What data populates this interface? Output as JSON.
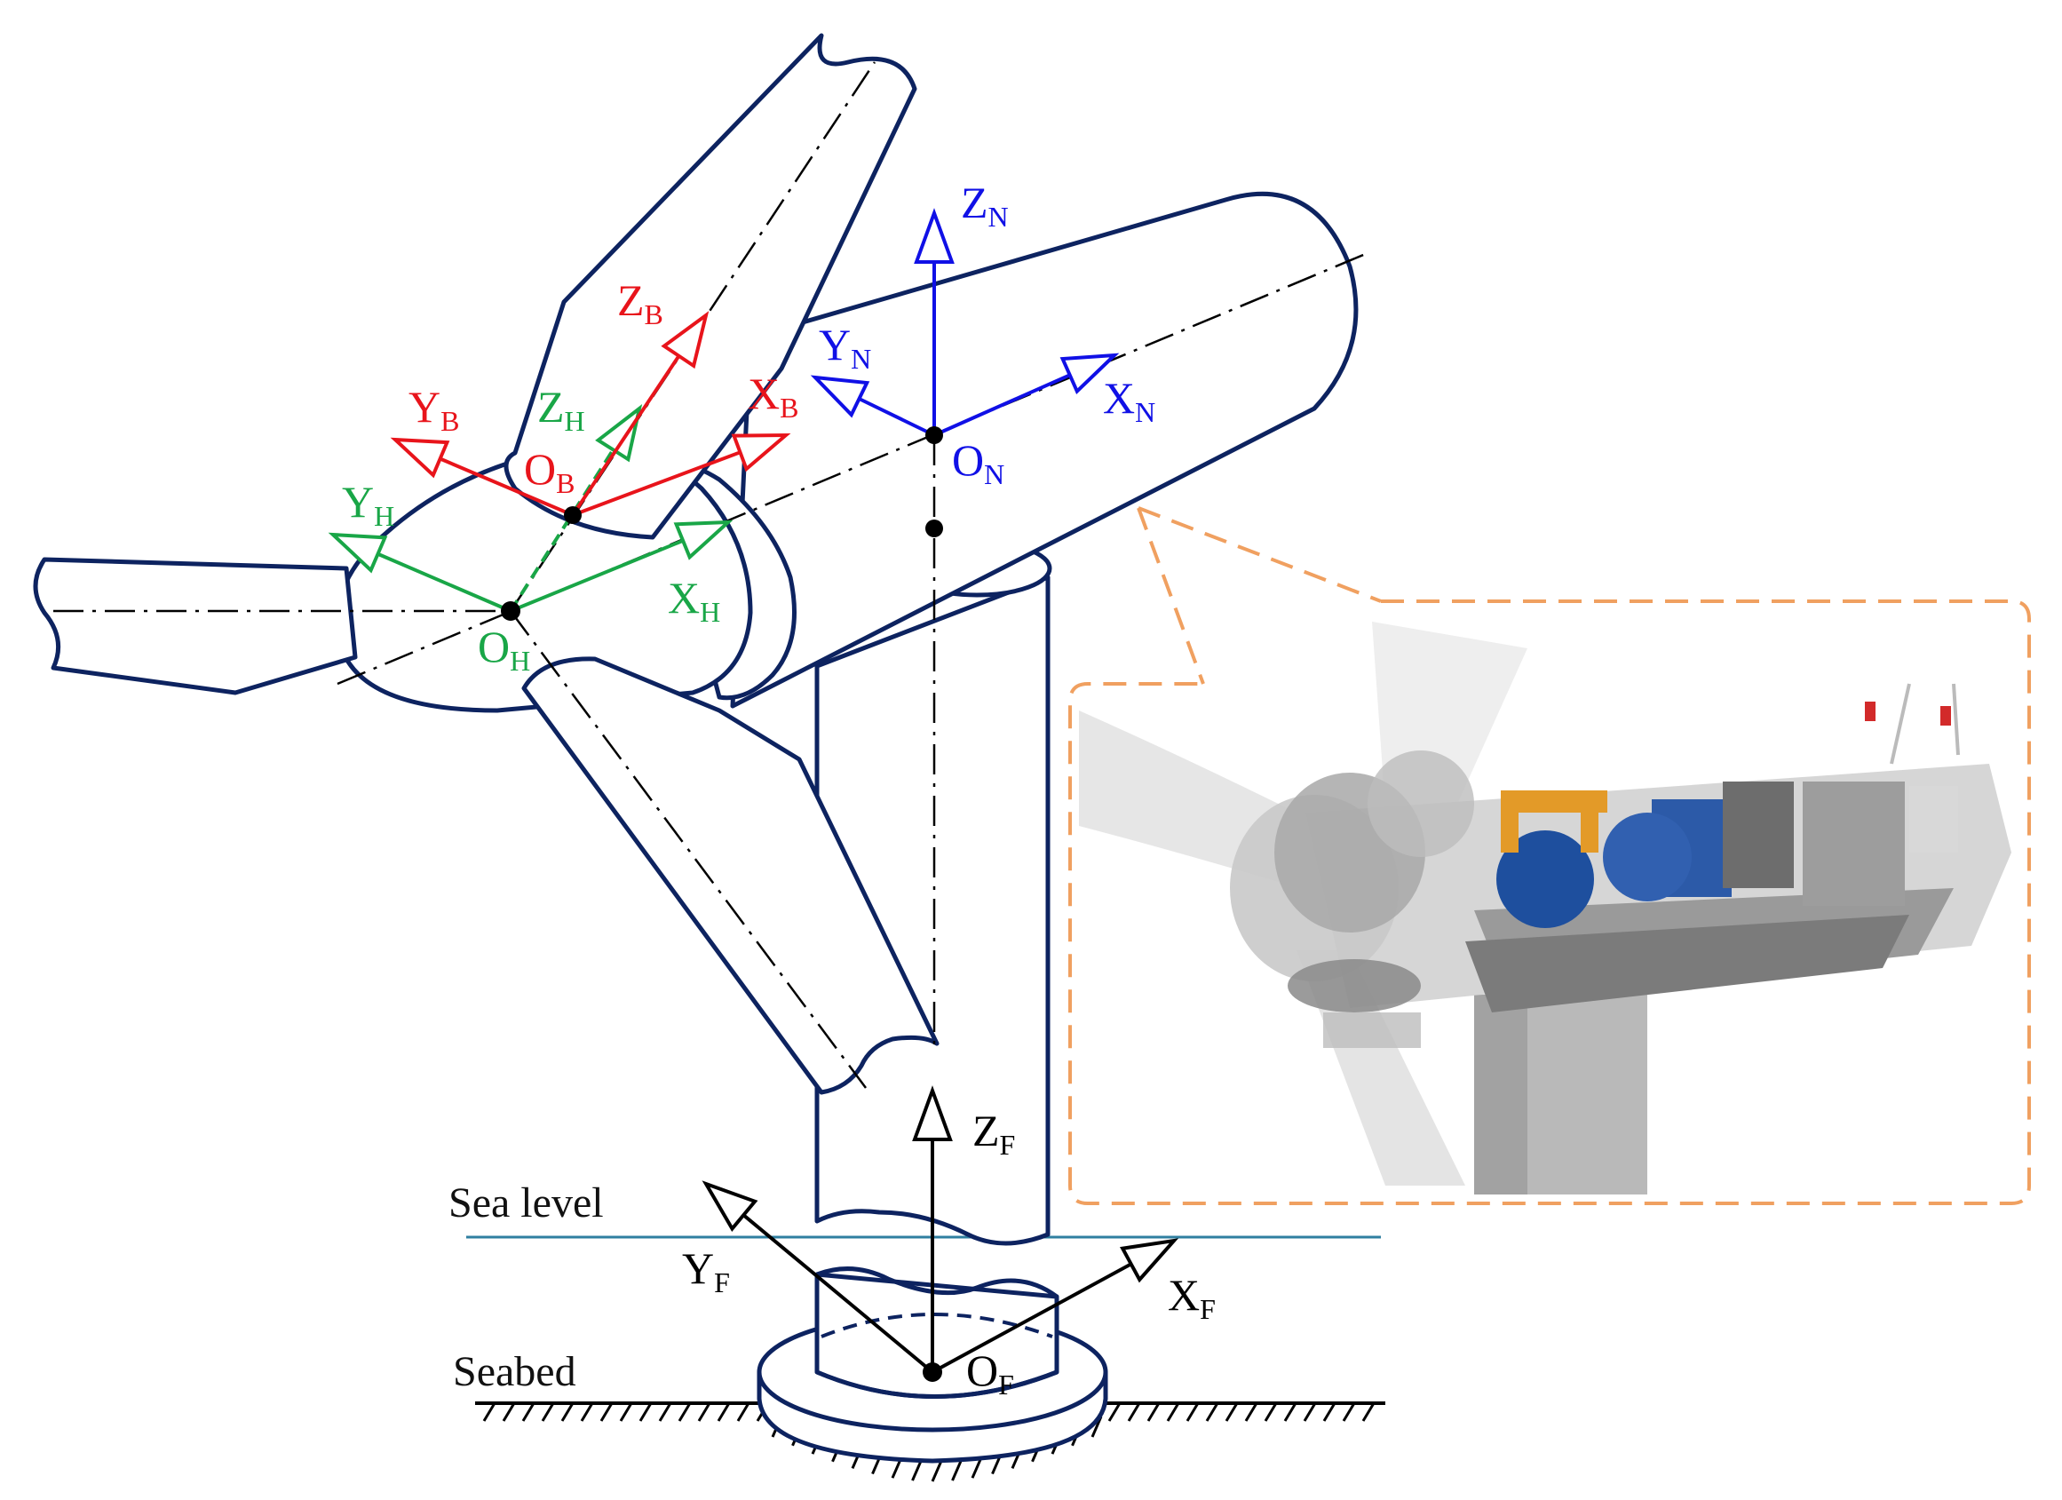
{
  "colors": {
    "outline": "#0d2360",
    "frame_B": "#e8141b",
    "frame_H": "#19a647",
    "frame_N": "#1010e6",
    "frame_F": "#000000",
    "sea": "#2f7fa0",
    "callout": "#f0a060"
  },
  "frames": {
    "B": {
      "x": "X",
      "y": "Y",
      "z": "Z",
      "o": "O",
      "sub": "B"
    },
    "H": {
      "x": "X",
      "y": "Y",
      "z": "Z",
      "o": "O",
      "sub": "H"
    },
    "N": {
      "x": "X",
      "y": "Y",
      "z": "Z",
      "o": "O",
      "sub": "N"
    },
    "F": {
      "x": "X",
      "y": "Y",
      "z": "Z",
      "o": "O",
      "sub": "F"
    }
  },
  "labels": {
    "sea_level": "Sea level",
    "seabed": "Seabed"
  }
}
